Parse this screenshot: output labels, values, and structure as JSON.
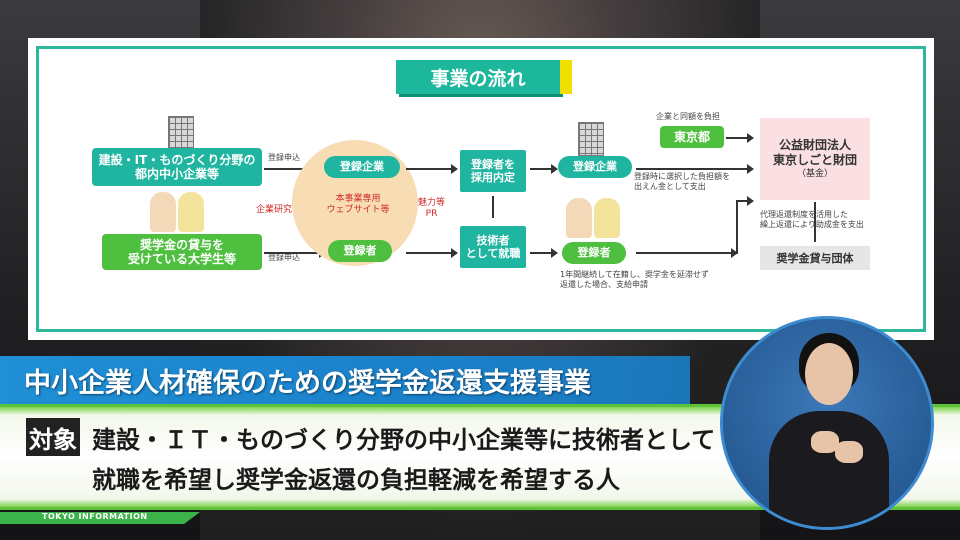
{
  "slide": {
    "title": "事業の流れ",
    "left_boxes": {
      "companies": "建設・IT・ものづくり分野の\n都内中小企業等",
      "students": "奨学金の貸与を\n受けている大学生等"
    },
    "apply_label_top": "登録申込",
    "apply_label_bottom": "登録申込",
    "registered_company": "登録企業",
    "registrant": "登録者",
    "site_text": "本事業専用\nウェブサイト等",
    "company_research": "企業研究",
    "appeal_pr": "魅力等\nPR",
    "hiring": "登録者を\n採用内定",
    "employed": "技術者\nとして就職",
    "registered_company_2": "登録企業",
    "registrant_2": "登録者",
    "company_note": "登録時に選択した負担額を\n出えん金として支出",
    "registrant_note": "1年間継続して在籍し、奨学金を延滞せず\n返還した場合、支給申請",
    "tokyo_note": "企業と同額を負担",
    "tokyo": "東京都",
    "foundation": [
      "公益財団法人",
      "東京しごと財団",
      "（基金）"
    ],
    "subsidy_note": "代理返還制度を活用した\n繰上返還により助成金を支出",
    "scholarship_org": "奨学金貸与団体"
  },
  "caption": {
    "title": "中小企業人材確保のための奨学金返還支援事業",
    "target_label": "対象",
    "target_line1": "建設・ＩＴ・ものづくり分野の中小企業等に技術者として",
    "target_line2": "就職を希望し奨学金返還の負担軽減を希望する人",
    "footer": "TOKYO INFORMATION"
  }
}
